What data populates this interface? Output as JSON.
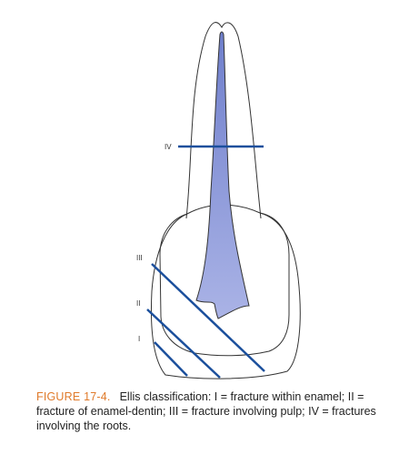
{
  "figure": {
    "labels": {
      "iv": "IV",
      "iii": "III",
      "ii": "II",
      "i": "I"
    },
    "colors": {
      "fracture_line": "#1b4f9c",
      "pulp_fill": "#8e9ad8",
      "outline": "#333333",
      "caption_label": "#e07a2a"
    }
  },
  "caption": {
    "label": "FIGURE 17-4.",
    "text": "Ellis classification: I = fracture within enamel; II = fracture of enamel-dentin; III = fracture involving pulp; IV = fractures involving the roots."
  }
}
